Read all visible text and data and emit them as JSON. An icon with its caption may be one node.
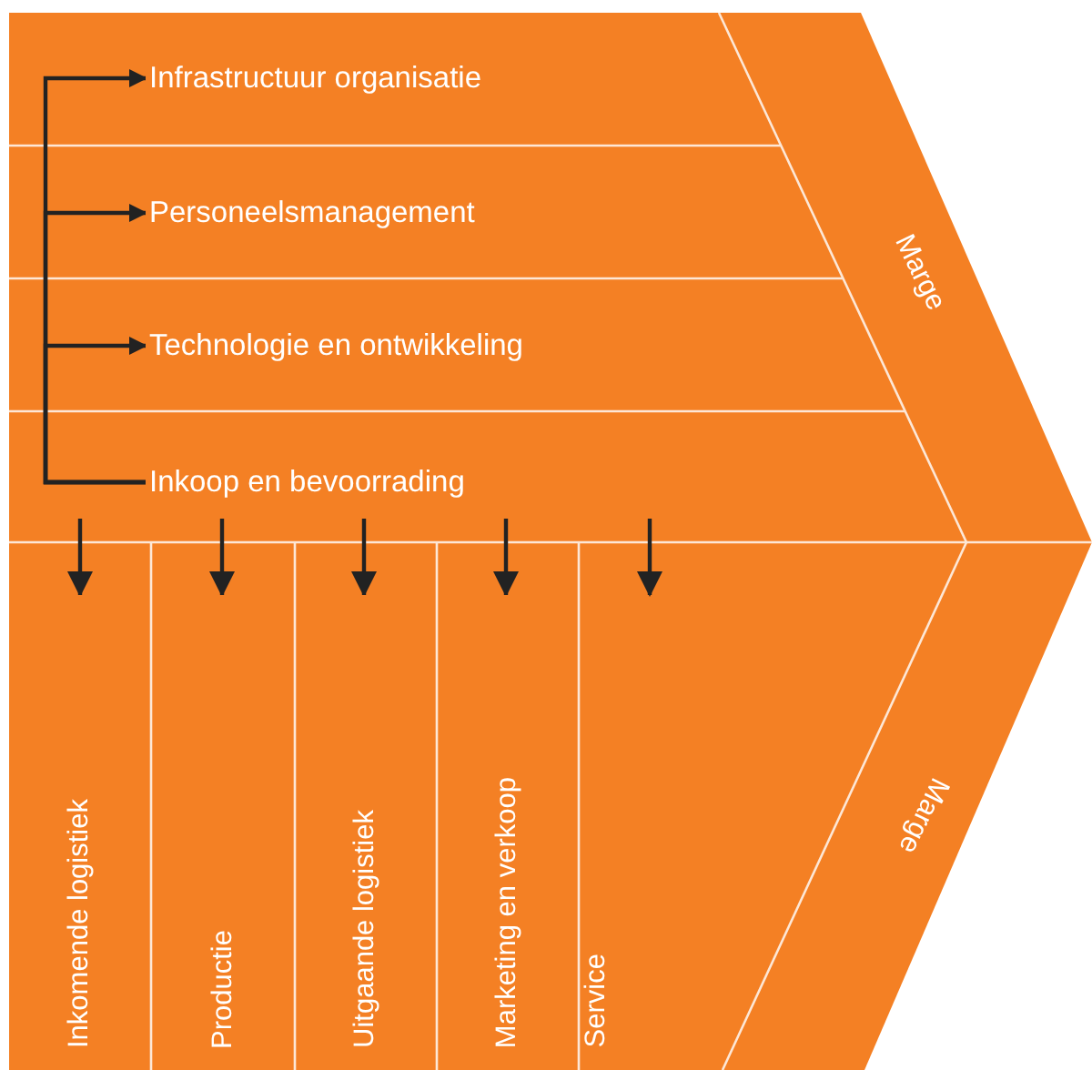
{
  "diagram": {
    "nodes": [
      {
        "text": [
          "Infrastructuur organisatie"
        ]
      },
      {
        "text": [
          "Personeelsmanagement"
        ]
      },
      {
        "text": [
          "Technologie en ontwikkeling"
        ]
      },
      {
        "text": [
          "Inkoop en bevoorrading"
        ]
      },
      {
        "text": [
          "Inkomende logistiek"
        ]
      },
      {
        "text": [
          "Productie"
        ]
      },
      {
        "text": [
          "Uitgaande logistiek"
        ]
      },
      {
        "text": [
          "Marketing en verkoop"
        ]
      },
      {
        "text": [
          "Service"
        ]
      },
      {
        "text": [
          "Marge"
        ]
      },
      {
        "text": [
          "Marge"
        ]
      }
    ],
    "edges": [
      {
        "from": 3,
        "to": 0,
        "arrow": "to"
      },
      {
        "from": 3,
        "to": 1,
        "arrow": "to"
      },
      {
        "from": 3,
        "to": 2,
        "arrow": "to"
      },
      {
        "from": 3,
        "to": 4,
        "arrow": "to"
      },
      {
        "from": 3,
        "to": 5,
        "arrow": "to"
      },
      {
        "from": 3,
        "to": 6,
        "arrow": "to"
      },
      {
        "from": 3,
        "to": 7,
        "arrow": "to"
      },
      {
        "from": 3,
        "to": 8,
        "arrow": "to"
      }
    ]
  }
}
